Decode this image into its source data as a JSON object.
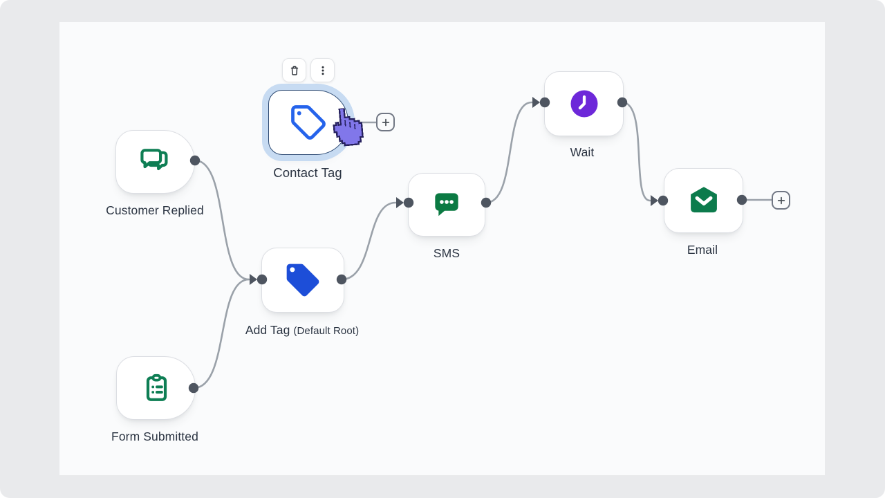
{
  "canvas": {
    "background": "#fafbfc",
    "frame_background": "#e9eaec",
    "line_color": "#9aa1a9",
    "port_color": "#4e5560"
  },
  "workflow": {
    "nodes": [
      {
        "id": "customer-replied",
        "label": "Customer Replied",
        "type": "trigger",
        "icon": "chat-bubbles-icon",
        "icon_color": "#0e7e54"
      },
      {
        "id": "contact-tag",
        "label": "Contact Tag",
        "type": "action",
        "state": "selected",
        "icon": "tag-outline-icon",
        "icon_color": "#2563eb",
        "selection_halo_color": "#c7dbf2"
      },
      {
        "id": "add-tag",
        "label": "Add Tag",
        "sublabel": "(Default Root)",
        "type": "action",
        "icon": "tag-filled-icon",
        "icon_color": "#1d4ed8"
      },
      {
        "id": "form-submitted",
        "label": "Form Submitted",
        "type": "trigger",
        "icon": "clipboard-list-icon",
        "icon_color": "#0e7e54"
      },
      {
        "id": "sms",
        "label": "SMS",
        "type": "action",
        "icon": "sms-bubble-icon",
        "icon_color": "#0b7a43"
      },
      {
        "id": "wait",
        "label": "Wait",
        "type": "action",
        "icon": "clock-icon",
        "icon_color": "#6d28d9"
      },
      {
        "id": "email",
        "label": "Email",
        "type": "action",
        "icon": "envelope-icon",
        "icon_color": "#0c7b4c"
      }
    ],
    "connections": [
      {
        "from": "customer-replied",
        "to": "add-tag"
      },
      {
        "from": "form-submitted",
        "to": "add-tag"
      },
      {
        "from": "add-tag",
        "to": "sms"
      },
      {
        "from": "sms",
        "to": "wait"
      },
      {
        "from": "wait",
        "to": "email"
      },
      {
        "from": "contact-tag",
        "to": "add-step-plus-button"
      },
      {
        "from": "email",
        "to": "add-step-plus-button"
      }
    ],
    "selected_node_toolbar": {
      "buttons": [
        {
          "action": "delete",
          "icon": "trash-icon"
        },
        {
          "action": "more-options",
          "icon": "kebab-menu-icon"
        }
      ]
    },
    "cursor": {
      "icon": "hand-pointer-cursor",
      "color": "#8177ea"
    }
  }
}
